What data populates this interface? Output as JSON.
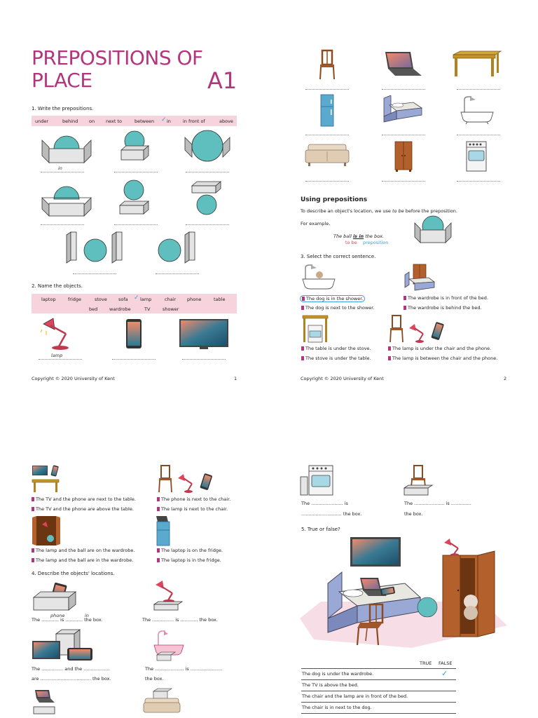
{
  "p1": {
    "title_line1": "PREPOSITIONS OF",
    "title_line2": "PLACE",
    "level": "A1",
    "ex1_label": "1. Write the prepositions.",
    "ex1_words": [
      "under",
      "behind",
      "on",
      "next to",
      "between",
      "in",
      "in front of",
      "above"
    ],
    "ex1_answer": "in",
    "ex2_label": "2. Name the objects.",
    "ex2_words_row1": [
      "laptop",
      "fridge",
      "stove",
      "sofa",
      "lamp",
      "chair",
      "phone",
      "table"
    ],
    "ex2_words_row2": [
      "bed",
      "wardrobe",
      "TV",
      "shower"
    ],
    "ex2_answer": "lamp",
    "footer_left": "Copyright © 2020 University of Kent",
    "footer_page": "1"
  },
  "p2": {
    "heading": "Using prepositions",
    "desc_pre": "To describe an object's location, we use ",
    "desc_em": "to be",
    "desc_post": " before the preposition.",
    "example_label": "For example,",
    "example_pre": "The ball ",
    "example_bold": "is in",
    "example_post": " the box.",
    "tag_tobe": "to be",
    "tag_prep": "preposition",
    "ex3_label": "3. Select the correct sentence.",
    "q1": [
      "The dog is in the shower.",
      "The dog is next to the shower."
    ],
    "q2": [
      "The wardrobe is in front of the bed.",
      "The wardrobe is behind the bed."
    ],
    "q3": [
      "The table is under the stove.",
      "The stove is under the table."
    ],
    "q4": [
      "The lamp is under the chair and the phone.",
      "The lamp is between the chair and the phone."
    ],
    "footer_left": "Copyright © 2020 University of Kent",
    "footer_page": "2"
  },
  "p3": {
    "q1": [
      "The TV and the phone are next to the table.",
      "The TV and the phone are above the table."
    ],
    "q2": [
      "The phone is next to the chair.",
      "The lamp is next to the chair."
    ],
    "q3": [
      "The lamp and the ball are on the wardrobe.",
      "The lamp and the ball are in the wardrobe."
    ],
    "q4": [
      "The laptop is on the fridge.",
      "The laptop is in the fridge."
    ],
    "ex4_label": "4. Describe the objects' locations.",
    "d1": "The ............ is ............ the box.",
    "d1_ans1": "phone",
    "d1_ans2": "in",
    "d2": "The ............... is ............ the box.",
    "d3a": "The ............... and the ..................",
    "d3b": "are ................................... the box.",
    "d4a": "The .................... is ......................",
    "d4b": "the box."
  },
  "p4": {
    "d5a": "The ...................... is",
    "d5b": "............................ the box.",
    "d6a": "The ..................... is ..............",
    "d6b": "the box.",
    "ex5_label": "5. True or false?",
    "col_true": "TRUE",
    "col_false": "FALSE",
    "rows": [
      "The dog is under the wardrobe.",
      "The TV is above the bed.",
      "The chair and the lamp are in front of the bed.",
      "The chair is in next to the dog."
    ]
  },
  "colors": {
    "brand": "#b3357d",
    "band": "#f7d3dd",
    "ball": "#5fbfbf",
    "check": "#3aa0d8"
  }
}
